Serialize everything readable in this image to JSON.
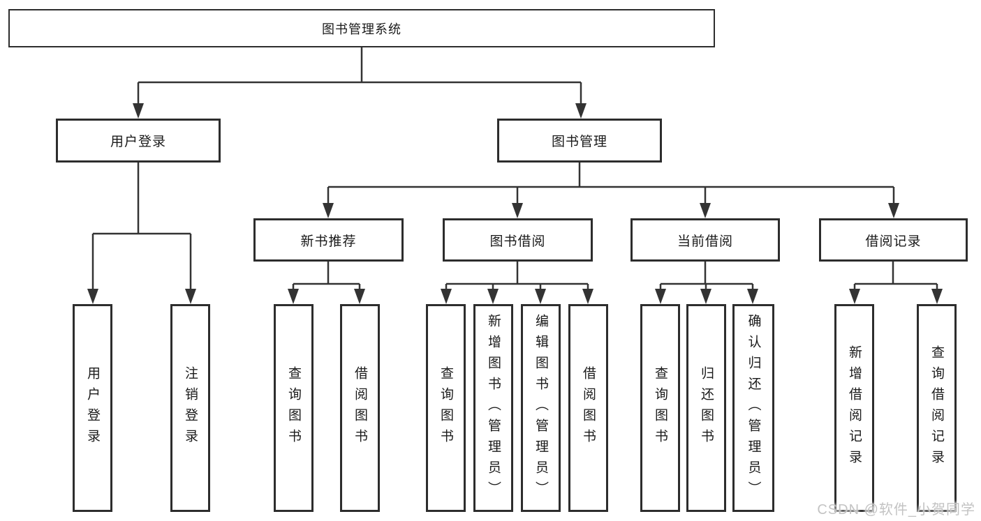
{
  "diagram": {
    "root": {
      "label": "图书管理系统"
    },
    "level2": {
      "user_login": {
        "label": "用户登录"
      },
      "book_mgmt": {
        "label": "图书管理"
      }
    },
    "level3": {
      "new_book": {
        "label": "新书推荐"
      },
      "borrow": {
        "label": "图书借阅"
      },
      "current": {
        "label": "当前借阅"
      },
      "record": {
        "label": "借阅记录"
      }
    },
    "leaves": {
      "login_1": "用户登录",
      "login_2": "注销登录",
      "newbook_1": "查询图书",
      "newbook_2": "借阅图书",
      "borrow_1": "查询图书",
      "borrow_2": "新增图书（管理员）",
      "borrow_3": "编辑图书（管理员）",
      "borrow_4": "借阅图书",
      "current_1": "查询图书",
      "current_2": "归还图书",
      "current_3": "确认归还（管理员）",
      "record_1": "新增借阅记录",
      "record_2": "查询借阅记录"
    }
  },
  "watermark": {
    "text": "CSDN @软件_小贺同学"
  },
  "colors": {
    "line": "#333333",
    "box_border": "#2d2d2d",
    "text": "#1a1a1a",
    "background": "#ffffff",
    "watermark": "#c3c3c3"
  }
}
